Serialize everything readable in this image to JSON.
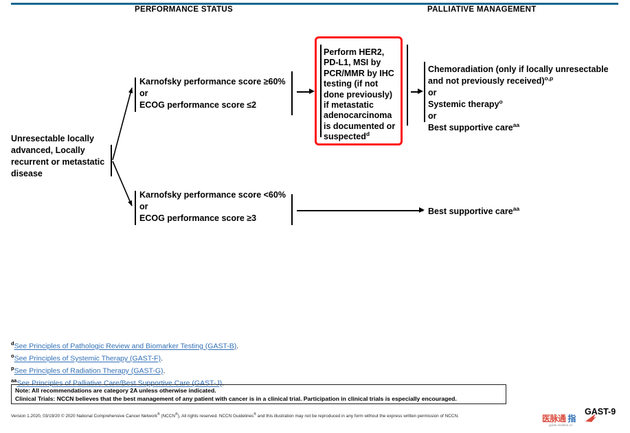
{
  "meta": {
    "page_id": "GAST-9",
    "accent_rule_color": "#14678f",
    "highlight_border_color": "#ff1010",
    "link_color": "#2f6eb5"
  },
  "headers": {
    "performance_status": "PERFORMANCE STATUS",
    "palliative_management": "PALLIATIVE MANAGEMENT"
  },
  "entry": {
    "line1": "Unresectable locally",
    "line2": "advanced, Locally",
    "line3": "recurrent or metastatic",
    "line4": "disease"
  },
  "performance_status": {
    "top": {
      "line1": "Karnofsky performance score ≥60%",
      "line2": "or",
      "line3": "ECOG performance score ≤2"
    },
    "bottom": {
      "line1": "Karnofsky performance score <60%",
      "line2": "or",
      "line3": "ECOG performance score ≥3"
    }
  },
  "biomarker_box": {
    "line1": "Perform HER2,",
    "line2": "PD-L1, MSI by",
    "line3": "PCR/MMR by IHC",
    "line4": "testing (if not",
    "line5": "done previously)",
    "line6": "if metastatic",
    "line7": "adenocarcinoma",
    "line8": "is documented or",
    "line9": "suspected",
    "line9_sup": "d"
  },
  "palliative": {
    "top": {
      "line1": "Chemoradiation (only if locally unresectable",
      "line2": "and not previously received)",
      "line2_sup": "o,p",
      "line3": "or",
      "line4": "Systemic therapy",
      "line4_sup": "o",
      "line5": "or",
      "line6": "Best supportive care",
      "line6_sup": "aa"
    },
    "bottom": {
      "line1": "Best supportive care",
      "line1_sup": "aa"
    }
  },
  "footnotes": [
    {
      "mark": "d",
      "text": "See Principles of Pathologic Review and Biomarker Testing (GAST-B)"
    },
    {
      "mark": "o",
      "text": "See Principles of Systemic Therapy (GAST-F)"
    },
    {
      "mark": "p",
      "text": "See Principles of Radiation Therapy (GAST-G)"
    },
    {
      "mark": "aa",
      "text": "See Principles of Palliative Care/Best Supportive Care (GAST-J)"
    }
  ],
  "note_box": {
    "line1": "Note: All recommendations are category 2A unless otherwise indicated.",
    "line2": "Clinical Trials: NCCN believes that the best management of any patient with cancer is in a clinical trial. Participation in clinical trials is especially encouraged."
  },
  "version_line": {
    "part1": "Version 1.2020, 03/19/20 © 2020 National Comprehensive Cancer Network",
    "sup1": "®",
    "part2": " (NCCN",
    "sup2": "®",
    "part3": "), All rights reserved. NCCN Guidelines",
    "sup3": "®",
    "part4": " and this illustration may not be reproduced in any form without the express written permission of NCCN."
  },
  "watermark": {
    "brand": "医脉通",
    "brand_second": "指",
    "url": "guide.medlive.cn"
  }
}
